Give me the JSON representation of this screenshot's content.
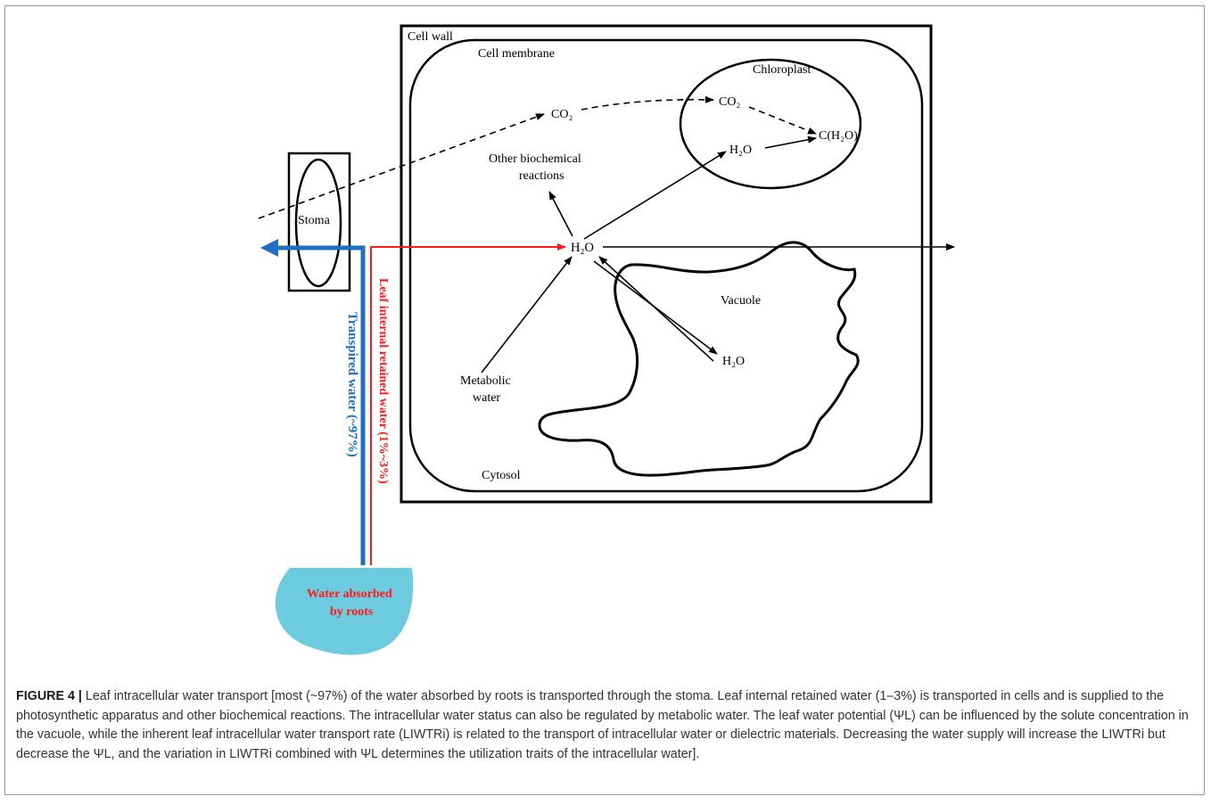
{
  "diagram": {
    "labels": {
      "cell_wall": "Cell wall",
      "cell_membrane": "Cell membrane",
      "chloroplast": "Chloroplast",
      "co2_cytosol": "CO₂",
      "co2_chloroplast": "CO₂",
      "ch2o": "C(H₂O)",
      "h2o_chloroplast": "H₂O",
      "other_biochem_line1": "Other biochemical",
      "other_biochem_line2": "reactions",
      "stoma": "Stoma",
      "h2o_center": "H₂O",
      "vacuole": "Vacuole",
      "h2o_vacuole": "H₂O",
      "metabolic_line1": "Metabolic",
      "metabolic_line2": "water",
      "cytosol": "Cytosol",
      "transpired_water": "Transpired water (~97%)",
      "retained_water": "Leaf internal retained water (1%~3%)",
      "roots_line1": "Water absorbed",
      "roots_line2": "by roots"
    },
    "colors": {
      "transpired": "#1e6fbf",
      "retained": "#ff1a1a",
      "roots_fill": "#6dcbe0"
    }
  },
  "caption": {
    "figure_label": "FIGURE 4 |",
    "text": "Leaf intracellular water transport [most (~97%) of the water absorbed by roots is transported through the stoma. Leaf internal retained water (1–3%) is transported in cells and is supplied to the photosynthetic apparatus and other biochemical reactions. The intracellular water status can also be regulated by metabolic water. The leaf water potential (ΨL) can be influenced by the solute concentration in the vacuole, while the inherent leaf intracellular water transport rate (LIWTRi) is related to the transport of intracellular water or dielectric materials. Decreasing the water supply will increase the LIWTRi but decrease the ΨL, and the variation in LIWTRi combined with ΨL determines the utilization traits of the intracellular water]."
  }
}
